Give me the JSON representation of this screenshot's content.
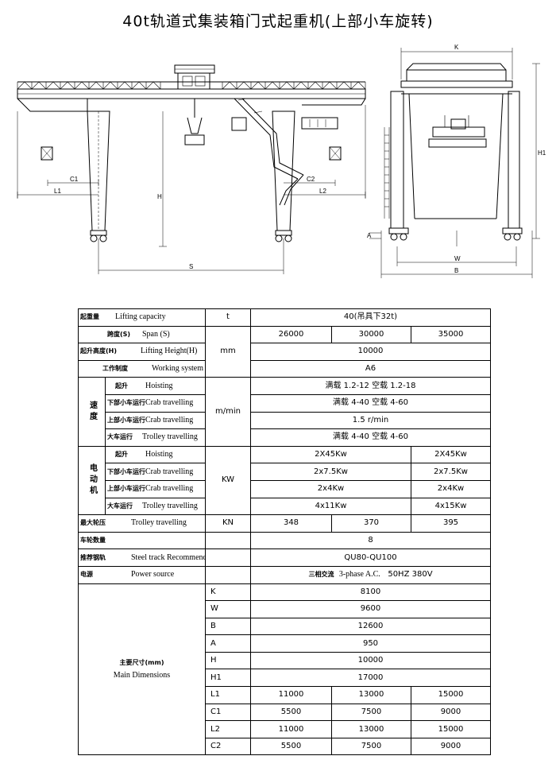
{
  "title": "40t轨道式集装箱门式起重机(上部小车旋转)",
  "drawing": {
    "front_labels": {
      "c1": "C1",
      "l1": "L1",
      "h": "H",
      "c2": "C2",
      "l2": "L2",
      "s": "S"
    },
    "side_labels": {
      "k": "K",
      "h1": "H1",
      "a": "A",
      "w": "W",
      "b": "B"
    }
  },
  "table": {
    "rows": [
      {
        "zh": "起重量",
        "en": "Lifting capacity",
        "unit": "t",
        "value": "40(吊具下32t)"
      },
      {
        "zh": "跨度(S)",
        "en": "Span (S)",
        "unit": "mm",
        "values": [
          "26000",
          "30000",
          "35000"
        ]
      },
      {
        "zh": "起升高度(H)",
        "en": "Lifting Height(H)",
        "value": "10000"
      },
      {
        "zh": "工作制度",
        "en": "Working system",
        "value": "A6"
      }
    ],
    "speed_group": "速度",
    "speed_unit": "m/min",
    "speed_rows": [
      {
        "zh": "起升",
        "en": "Hoisting",
        "value": "满载 1.2-12  空载 1.2-18"
      },
      {
        "zh": "下部小车运行",
        "en": "Crab travelling",
        "value": "满载 4-40  空载 4-60"
      },
      {
        "zh": "上部小车运行",
        "en": "Crab travelling",
        "value": "1.5 r/min"
      },
      {
        "zh": "大车运行",
        "en": "Trolley travelling",
        "value": "满载 4-40  空载 4-60"
      }
    ],
    "motor_group": "电动机",
    "motor_unit": "KW",
    "motor_rows": [
      {
        "zh": "起升",
        "en": "Hoisting",
        "v1": "2X45Kw",
        "v2": "2X45Kw"
      },
      {
        "zh": "下部小车运行",
        "en": "Crab travelling",
        "v1": "2x7.5Kw",
        "v2": "2x7.5Kw"
      },
      {
        "zh": "上部小车运行",
        "en": "Crab travelling",
        "v1": "2x4Kw",
        "v2": "2x4Kw"
      },
      {
        "zh": "大车运行",
        "en": "Trolley travelling",
        "v1": "4x11Kw",
        "v2": "4x15Kw"
      }
    ],
    "wheel_load": {
      "zh": "最大轮压",
      "en": "Trolley travelling",
      "unit": "KN",
      "values": [
        "348",
        "370",
        "395"
      ]
    },
    "wheels": {
      "zh": "车轮数量",
      "value": "8"
    },
    "track": {
      "zh": "推荐钢轨",
      "en": "Steel track Recommended",
      "value": "QU80-QU100"
    },
    "power": {
      "zh": "电源",
      "en": "Power source",
      "value_zh": "三相交流",
      "value_en": "3-phase A.C.",
      "value_spec": "50HZ 380V"
    },
    "dims_label_zh": "主要尺寸(mm)",
    "dims_label_en": "Main Dimensions",
    "dims": [
      {
        "k": "K",
        "value": "8100"
      },
      {
        "k": "W",
        "value": "9600"
      },
      {
        "k": "B",
        "value": "12600"
      },
      {
        "k": "A",
        "value": "950"
      },
      {
        "k": "H",
        "value": "10000"
      },
      {
        "k": "H1",
        "value": "17000"
      },
      {
        "k": "L1",
        "values": [
          "11000",
          "13000",
          "15000"
        ]
      },
      {
        "k": "C1",
        "values": [
          "5500",
          "7500",
          "9000"
        ]
      },
      {
        "k": "L2",
        "values": [
          "11000",
          "13000",
          "15000"
        ]
      },
      {
        "k": "C2",
        "values": [
          "5500",
          "7500",
          "9000"
        ]
      }
    ]
  }
}
